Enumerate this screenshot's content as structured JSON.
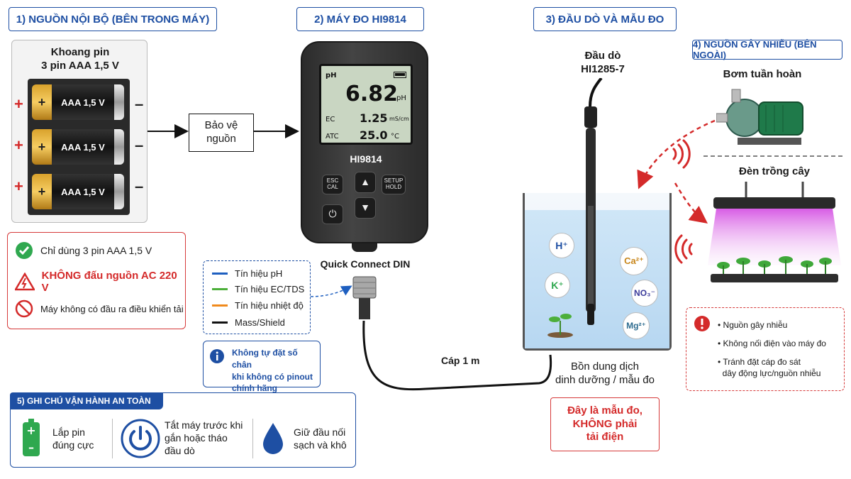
{
  "sections": {
    "s1": "1) NGUỒN NỘI BỘ (BÊN TRONG MÁY)",
    "s2": "2) MÁY ĐO HI9814",
    "s3": "3) ĐẦU DÒ VÀ MẪU ĐO",
    "s4": "4) NGUỒN GÂY NHIỄU (BÊN NGOÀI)",
    "s5": "5) GHI CHÚ VẬN HÀNH AN TOÀN"
  },
  "battery": {
    "title_1": "Khoang pin",
    "title_2": "3 pin AAA 1,5 V",
    "cell_label": "AAA 1,5 V",
    "plus": "+",
    "minus": "–"
  },
  "protection": {
    "line1": "Bảo vệ",
    "line2": "nguồn"
  },
  "warnings": {
    "ok": "Chỉ dùng 3 pin AAA 1,5 V",
    "danger": "KHÔNG đấu nguồn AC 220 V",
    "no_output": "Máy không có đầu ra điều khiển tải"
  },
  "meter": {
    "model": "HI9814",
    "lcd": {
      "ph_tag": "pH",
      "ph_value": "6.82",
      "ph_unit": "pH",
      "ec_tag": "EC",
      "ec_value": "1.25",
      "ec_unit": "mS/cm",
      "atc_tag": "ATC",
      "atc_value": "25.0",
      "atc_unit": "°C"
    },
    "buttons": {
      "esc_1": "ESC",
      "esc_2": "CAL",
      "setup_1": "SETUP",
      "setup_2": "HOLD"
    },
    "connector_label": "Quick Connect DIN"
  },
  "signals": [
    {
      "label": "Tín hiệu pH",
      "color": "#1e5fc0"
    },
    {
      "label": "Tín hiệu EC/TDS",
      "color": "#4caf3a"
    },
    {
      "label": "Tín hiệu nhiệt độ",
      "color": "#f08a1c"
    },
    {
      "label": "Mass/Shield",
      "color": "#111111"
    }
  ],
  "pinout_note": {
    "line1": "Không tự đặt số chân",
    "line2": "khi không có pinout",
    "line3": "chính hãng"
  },
  "cable_label": "Cáp 1 m",
  "probe": {
    "line1": "Đầu dò",
    "line2": "HI1285-7"
  },
  "ions": {
    "h": "H⁺",
    "k": "K⁺",
    "ca": "Ca²⁺",
    "no3": "NO₃⁻",
    "mg": "Mg²⁺"
  },
  "tank_label": {
    "line1": "Bồn dung dịch",
    "line2": "dinh dưỡng / mẫu đo"
  },
  "sample_note": {
    "line1": "Đây là mẫu đo,",
    "line2": "KHÔNG phải",
    "line3": "tải điện"
  },
  "noise": {
    "pump": "Bơm tuần hoàn",
    "lamp": "Đèn trồng cây",
    "bullets": [
      "Nguồn gây nhiễu",
      "Không nối điện vào máy đo",
      "Tránh đặt cáp đo sát",
      "dây động lực/nguồn nhiễu"
    ]
  },
  "safety": {
    "tip1_1": "Lắp pin",
    "tip1_2": "đúng cực",
    "tip2_1": "Tắt máy trước khi",
    "tip2_2": "gắn hoặc tháo",
    "tip2_3": "đầu dò",
    "tip3_1": "Giữ đầu nối",
    "tip3_2": "sạch và khô"
  },
  "colors": {
    "accent_blue": "#1e4fa3",
    "warn_red": "#d42a2a",
    "ok_green": "#2fa84f"
  }
}
